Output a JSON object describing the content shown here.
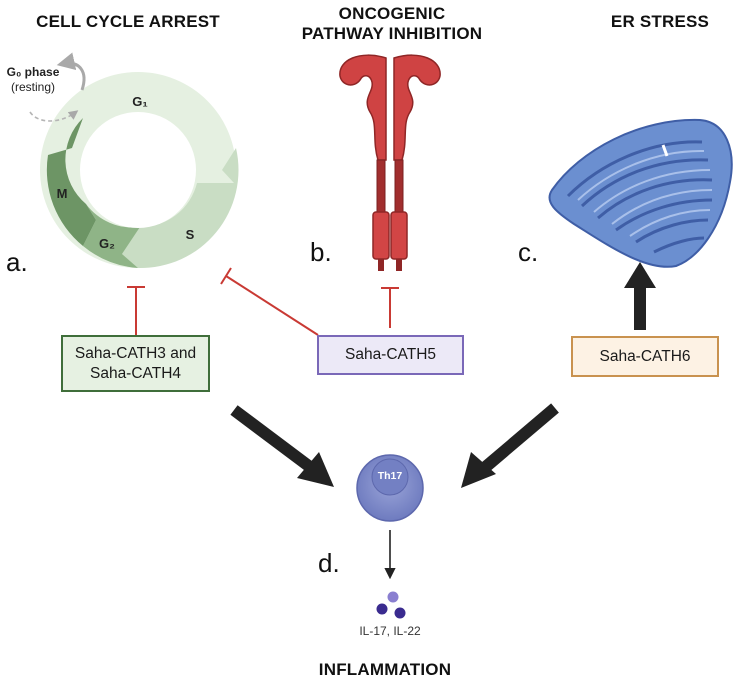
{
  "headings": {
    "cell_cycle": "CELL CYCLE ARREST",
    "oncogenic_line1": "ONCOGENIC",
    "oncogenic_line2": "PATHWAY INHIBITION",
    "er_stress": "ER STRESS",
    "inflammation": "INFLAMMATION"
  },
  "panel_labels": {
    "a": "a.",
    "b": "b.",
    "c": "c.",
    "d": "d."
  },
  "cell_cycle": {
    "g0_phase": "G₀ phase",
    "g0_resting": "(resting)",
    "g1": "G₁",
    "s": "S",
    "m": "M",
    "g2": "G₂"
  },
  "boxes": {
    "cath34_line1": "Saha-CATH3 and",
    "cath34_line2": "Saha-CATH4",
    "cath5": "Saha-CATH5",
    "cath6": "Saha-CATH6"
  },
  "cell": {
    "label": "Th17"
  },
  "cytokines": {
    "label": "IL-17, IL-22"
  },
  "colors": {
    "green_border": "#3f6e3a",
    "green_fill": "#e6f1e2",
    "purple_border": "#7a68b8",
    "purple_fill": "#ece9f7",
    "orange_border": "#c9924f",
    "orange_fill": "#fdf2e4",
    "inhibit_red": "#c93a34",
    "receptor_red": "#cf4343",
    "er_blue": "#6b8fd0",
    "th17": "#8a95cf"
  }
}
